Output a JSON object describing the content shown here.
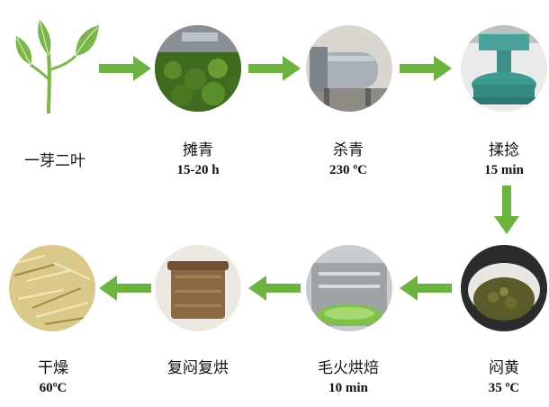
{
  "steps": [
    {
      "name": "一芽二叶",
      "param": ""
    },
    {
      "name": "摊青",
      "param": "15-20 h"
    },
    {
      "name": "杀青",
      "param": "230 ºC"
    },
    {
      "name": "揉捻",
      "param": "15 min"
    },
    {
      "name": "闷黄",
      "param": "35 ºC"
    },
    {
      "name": "毛火烘焙",
      "param": "10 min"
    },
    {
      "name": "复闷复烘",
      "param": ""
    },
    {
      "name": "干燥",
      "param": "60ºC"
    }
  ],
  "colors": {
    "arrow": "#6cb33f",
    "leaf": "#7ab648"
  }
}
